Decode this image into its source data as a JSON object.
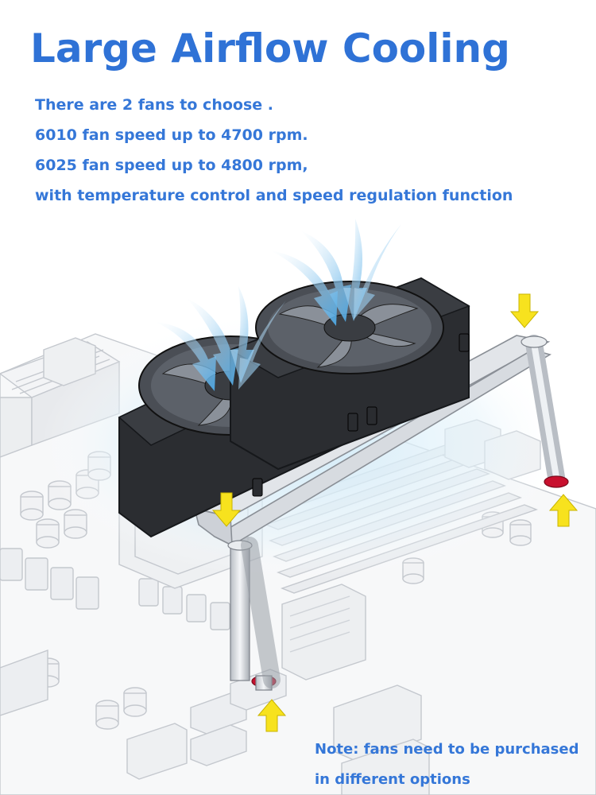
{
  "title": "Large Airflow Cooling",
  "features": [
    "There are 2 fans to choose .",
    "6010 fan speed up to 4700 rpm.",
    "6025 fan speed up to 4800 rpm,",
    "with temperature control and speed regulation function"
  ],
  "note": {
    "line1": "Note: fans need to be purchased",
    "line2": "in different options"
  },
  "colors": {
    "title": "#2f72d6",
    "body": "#3577d8",
    "airflow": "#58b6ec",
    "arrow": "#f7e21e",
    "fan": "#2b2d31",
    "board_line": "#bfc3c9",
    "bracket": "#dcdfe3",
    "washer_ring": "#c8102e"
  },
  "icons": [
    "airflow-arrow-icon",
    "yellow-arrow-icon",
    "fan-icon"
  ]
}
